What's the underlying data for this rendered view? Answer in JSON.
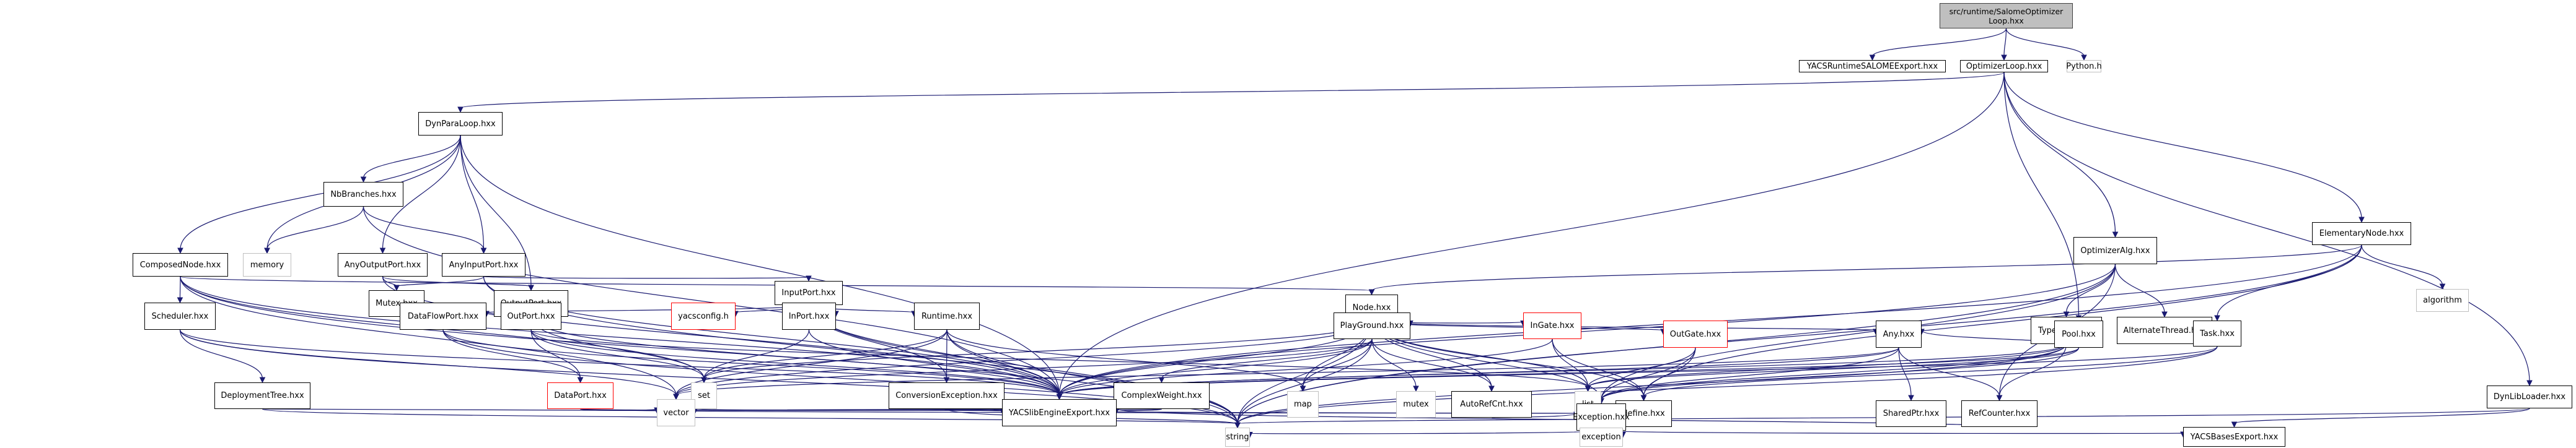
{
  "title": "Include dependency graph for src/runtime/SalomeOptimizerLoop.hxx",
  "colors": {
    "edge": "#191970",
    "root_fill": "#bfbfbf",
    "missing_border": "#ff0000",
    "system_border": "#bfbfbf"
  },
  "nodes": [
    {
      "id": "root",
      "label": "src/runtime/SalomeOptimizer Loop.hxx",
      "kind": "root"
    },
    {
      "id": "YACSRuntimeSALOMEExport",
      "label": "YACSRuntimeSALOMEExport.hxx",
      "kind": "file"
    },
    {
      "id": "OptimizerLoop",
      "label": "OptimizerLoop.hxx",
      "kind": "file"
    },
    {
      "id": "Python",
      "label": "Python.h",
      "kind": "system"
    },
    {
      "id": "DynParaLoop",
      "label": "DynParaLoop.hxx",
      "kind": "file"
    },
    {
      "id": "NbBranches",
      "label": "NbBranches.hxx",
      "kind": "file"
    },
    {
      "id": "ComposedNode",
      "label": "ComposedNode.hxx",
      "kind": "file"
    },
    {
      "id": "memory",
      "label": "memory",
      "kind": "system"
    },
    {
      "id": "AnyOutputPort",
      "label": "AnyOutputPort.hxx",
      "kind": "file"
    },
    {
      "id": "AnyInputPort",
      "label": "AnyInputPort.hxx",
      "kind": "file"
    },
    {
      "id": "Mutex",
      "label": "Mutex.hxx",
      "kind": "file"
    },
    {
      "id": "OutputPort",
      "label": "OutputPort.hxx",
      "kind": "file"
    },
    {
      "id": "InputPort",
      "label": "InputPort.hxx",
      "kind": "file"
    },
    {
      "id": "Node",
      "label": "Node.hxx",
      "kind": "file"
    },
    {
      "id": "Scheduler",
      "label": "Scheduler.hxx",
      "kind": "file"
    },
    {
      "id": "DataFlowPort",
      "label": "DataFlowPort.hxx",
      "kind": "file"
    },
    {
      "id": "OutPort",
      "label": "OutPort.hxx",
      "kind": "file"
    },
    {
      "id": "yacsconfig",
      "label": "yacsconfig.h",
      "kind": "missing"
    },
    {
      "id": "InPort",
      "label": "InPort.hxx",
      "kind": "file"
    },
    {
      "id": "Runtime",
      "label": "Runtime.hxx",
      "kind": "file"
    },
    {
      "id": "PlayGround",
      "label": "PlayGround.hxx",
      "kind": "file"
    },
    {
      "id": "InGate",
      "label": "InGate.hxx",
      "kind": "missing"
    },
    {
      "id": "OutGate",
      "label": "OutGate.hxx",
      "kind": "missing"
    },
    {
      "id": "Any",
      "label": "Any.hxx",
      "kind": "file"
    },
    {
      "id": "OptimizerAlg",
      "label": "OptimizerAlg.hxx",
      "kind": "file"
    },
    {
      "id": "TypeCode",
      "label": "TypeCode.hxx",
      "kind": "file"
    },
    {
      "id": "AlternateThread",
      "label": "AlternateThread.hxx",
      "kind": "file"
    },
    {
      "id": "ElementaryNode",
      "label": "ElementaryNode.hxx",
      "kind": "file"
    },
    {
      "id": "algorithm",
      "label": "algorithm",
      "kind": "system"
    },
    {
      "id": "Pool",
      "label": "Pool.hxx",
      "kind": "file"
    },
    {
      "id": "Task",
      "label": "Task.hxx",
      "kind": "file"
    },
    {
      "id": "DeploymentTree",
      "label": "DeploymentTree.hxx",
      "kind": "file"
    },
    {
      "id": "DataPort",
      "label": "DataPort.hxx",
      "kind": "missing"
    },
    {
      "id": "set",
      "label": "set",
      "kind": "system"
    },
    {
      "id": "ConversionException",
      "label": "ConversionException.hxx",
      "kind": "file"
    },
    {
      "id": "ComplexWeight",
      "label": "ComplexWeight.hxx",
      "kind": "file"
    },
    {
      "id": "map",
      "label": "map",
      "kind": "system"
    },
    {
      "id": "mutex",
      "label": "mutex",
      "kind": "system"
    },
    {
      "id": "AutoRefCnt",
      "label": "AutoRefCnt.hxx",
      "kind": "file"
    },
    {
      "id": "list",
      "label": "list",
      "kind": "system"
    },
    {
      "id": "define",
      "label": "define.hxx",
      "kind": "file"
    },
    {
      "id": "SharedPtr",
      "label": "SharedPtr.hxx",
      "kind": "file"
    },
    {
      "id": "RefCounter",
      "label": "RefCounter.hxx",
      "kind": "file"
    },
    {
      "id": "vector",
      "label": "vector",
      "kind": "system"
    },
    {
      "id": "YACSlibEngineExport",
      "label": "YACSlibEngineExport.hxx",
      "kind": "file"
    },
    {
      "id": "Exception",
      "label": "Exception.hxx",
      "kind": "file"
    },
    {
      "id": "DynLibLoader",
      "label": "DynLibLoader.hxx",
      "kind": "file"
    },
    {
      "id": "string",
      "label": "string",
      "kind": "system"
    },
    {
      "id": "exception",
      "label": "exception",
      "kind": "system"
    },
    {
      "id": "YACSBasesExport",
      "label": "YACSBasesExport.hxx",
      "kind": "file"
    }
  ],
  "edges": [
    [
      "root",
      "YACSRuntimeSALOMEExport"
    ],
    [
      "root",
      "OptimizerLoop"
    ],
    [
      "root",
      "Python"
    ],
    [
      "OptimizerLoop",
      "DynParaLoop"
    ],
    [
      "OptimizerLoop",
      "OptimizerAlg"
    ],
    [
      "OptimizerLoop",
      "ElementaryNode"
    ],
    [
      "OptimizerLoop",
      "Pool"
    ],
    [
      "OptimizerLoop",
      "DynLibLoader"
    ],
    [
      "OptimizerLoop",
      "YACSlibEngineExport"
    ],
    [
      "DynParaLoop",
      "NbBranches"
    ],
    [
      "DynParaLoop",
      "ComposedNode"
    ],
    [
      "DynParaLoop",
      "memory"
    ],
    [
      "DynParaLoop",
      "AnyOutputPort"
    ],
    [
      "DynParaLoop",
      "AnyInputPort"
    ],
    [
      "DynParaLoop",
      "OutputPort"
    ],
    [
      "DynParaLoop",
      "YACSlibEngineExport"
    ],
    [
      "NbBranches",
      "memory"
    ],
    [
      "NbBranches",
      "AnyInputPort"
    ],
    [
      "NbBranches",
      "YACSlibEngineExport"
    ],
    [
      "ComposedNode",
      "Node"
    ],
    [
      "ComposedNode",
      "Scheduler"
    ],
    [
      "ComposedNode",
      "set"
    ],
    [
      "ComposedNode",
      "vector"
    ],
    [
      "ComposedNode",
      "string"
    ],
    [
      "ComposedNode",
      "YACSlibEngineExport"
    ],
    [
      "AnyOutputPort",
      "Mutex"
    ],
    [
      "AnyOutputPort",
      "OutputPort"
    ],
    [
      "AnyOutputPort",
      "YACSlibEngineExport"
    ],
    [
      "AnyInputPort",
      "Mutex"
    ],
    [
      "AnyInputPort",
      "InputPort"
    ],
    [
      "AnyInputPort",
      "YACSlibEngineExport"
    ],
    [
      "AnyInputPort",
      "string"
    ],
    [
      "OutputPort",
      "DataFlowPort"
    ],
    [
      "OutputPort",
      "OutPort"
    ],
    [
      "OutputPort",
      "set"
    ],
    [
      "OutputPort",
      "YACSlibEngineExport"
    ],
    [
      "InputPort",
      "yacsconfig"
    ],
    [
      "InputPort",
      "InPort"
    ],
    [
      "InputPort",
      "Runtime"
    ],
    [
      "InputPort",
      "DataFlowPort"
    ],
    [
      "InputPort",
      "ConversionException"
    ],
    [
      "InputPort",
      "YACSlibEngineExport"
    ],
    [
      "InputPort",
      "string"
    ],
    [
      "Node",
      "PlayGround"
    ],
    [
      "Node",
      "InGate"
    ],
    [
      "Node",
      "OutGate"
    ],
    [
      "Node",
      "Any"
    ],
    [
      "Node",
      "map"
    ],
    [
      "Node",
      "set"
    ],
    [
      "Node",
      "list"
    ],
    [
      "Node",
      "vector"
    ],
    [
      "Node",
      "string"
    ],
    [
      "Node",
      "define"
    ],
    [
      "Node",
      "AutoRefCnt"
    ],
    [
      "Node",
      "Exception"
    ],
    [
      "Node",
      "YACSlibEngineExport"
    ],
    [
      "Scheduler",
      "DeploymentTree"
    ],
    [
      "Scheduler",
      "YACSlibEngineExport"
    ],
    [
      "Scheduler",
      "vector"
    ],
    [
      "Scheduler",
      "string"
    ],
    [
      "DataFlowPort",
      "DataPort"
    ],
    [
      "DataFlowPort",
      "YACSlibEngineExport"
    ],
    [
      "DataFlowPort",
      "string"
    ],
    [
      "OutPort",
      "DataPort"
    ],
    [
      "OutPort",
      "set"
    ],
    [
      "OutPort",
      "list"
    ],
    [
      "OutPort",
      "YACSlibEngineExport"
    ],
    [
      "InPort",
      "set"
    ],
    [
      "InPort",
      "YACSlibEngineExport"
    ],
    [
      "Runtime",
      "ConversionException"
    ],
    [
      "Runtime",
      "set"
    ],
    [
      "Runtime",
      "map"
    ],
    [
      "Runtime",
      "vector"
    ],
    [
      "Runtime",
      "string"
    ],
    [
      "Runtime",
      "YACSlibEngineExport"
    ],
    [
      "PlayGround",
      "ComplexWeight"
    ],
    [
      "PlayGround",
      "map"
    ],
    [
      "PlayGround",
      "mutex"
    ],
    [
      "PlayGround",
      "AutoRefCnt"
    ],
    [
      "PlayGround",
      "vector"
    ],
    [
      "PlayGround",
      "string"
    ],
    [
      "PlayGround",
      "YACSlibEngineExport"
    ],
    [
      "InGate",
      "list"
    ],
    [
      "InGate",
      "define"
    ],
    [
      "InGate",
      "YACSlibEngineExport"
    ],
    [
      "OutGate",
      "list"
    ],
    [
      "OutGate",
      "define"
    ],
    [
      "OutGate",
      "Exception"
    ],
    [
      "Any",
      "SharedPtr"
    ],
    [
      "Any",
      "RefCounter"
    ],
    [
      "Any",
      "Exception"
    ],
    [
      "Any",
      "YACSlibEngineExport"
    ],
    [
      "Any",
      "vector"
    ],
    [
      "OptimizerAlg",
      "TypeCode"
    ],
    [
      "OptimizerAlg",
      "AlternateThread"
    ],
    [
      "OptimizerAlg",
      "RefCounter"
    ],
    [
      "OptimizerAlg",
      "Exception"
    ],
    [
      "OptimizerAlg",
      "YACSlibEngineExport"
    ],
    [
      "OptimizerAlg",
      "string"
    ],
    [
      "TypeCode",
      "Any"
    ],
    [
      "TypeCode",
      "RefCounter"
    ],
    [
      "TypeCode",
      "Exception"
    ],
    [
      "TypeCode",
      "list"
    ],
    [
      "TypeCode",
      "YACSlibEngineExport"
    ],
    [
      "TypeCode",
      "string"
    ],
    [
      "ElementaryNode",
      "Node"
    ],
    [
      "ElementaryNode",
      "Task"
    ],
    [
      "ElementaryNode",
      "algorithm"
    ],
    [
      "ElementaryNode",
      "define"
    ],
    [
      "ElementaryNode",
      "YACSlibEngineExport"
    ],
    [
      "ElementaryNode",
      "string"
    ],
    [
      "Pool",
      "Exception"
    ],
    [
      "Pool",
      "YACSlibEngineExport"
    ],
    [
      "Pool",
      "list"
    ],
    [
      "Task",
      "define"
    ],
    [
      "Task",
      "YACSlibEngineExport"
    ],
    [
      "Task",
      "string"
    ],
    [
      "DeploymentTree",
      "YACSlibEngineExport"
    ],
    [
      "DeploymentTree",
      "string"
    ],
    [
      "DataPort",
      "YACSlibEngineExport"
    ],
    [
      "DataPort",
      "Exception"
    ],
    [
      "DataPort",
      "vector"
    ],
    [
      "ConversionException",
      "Exception"
    ],
    [
      "ConversionException",
      "YACSlibEngineExport"
    ],
    [
      "ConversionException",
      "string"
    ],
    [
      "ComplexWeight",
      "YACSlibEngineExport"
    ],
    [
      "ComplexWeight",
      "vector"
    ],
    [
      "AutoRefCnt",
      "Exception"
    ],
    [
      "RefCounter",
      "YACSlibEngineExport"
    ],
    [
      "Exception",
      "string"
    ],
    [
      "Exception",
      "exception"
    ],
    [
      "Exception",
      "YACSBasesExport"
    ],
    [
      "DynLibLoader",
      "YACSBasesExport"
    ],
    [
      "DynLibLoader",
      "string"
    ]
  ]
}
